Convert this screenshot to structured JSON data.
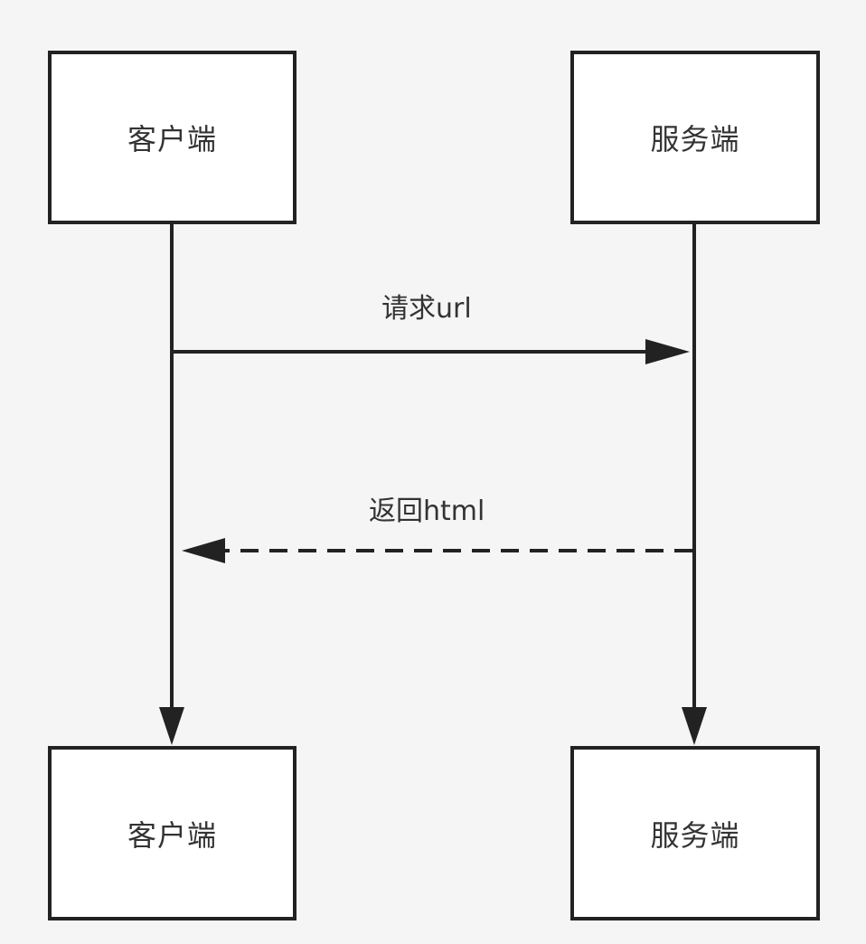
{
  "actors": {
    "client_top": "客户端",
    "server_top": "服务端",
    "client_bottom": "客户端",
    "server_bottom": "服务端"
  },
  "messages": {
    "request": "请求url",
    "response": "返回html"
  },
  "colors": {
    "stroke": "#222222",
    "text": "#333333",
    "box_fill": "#ffffff",
    "background": "#f5f5f5"
  }
}
